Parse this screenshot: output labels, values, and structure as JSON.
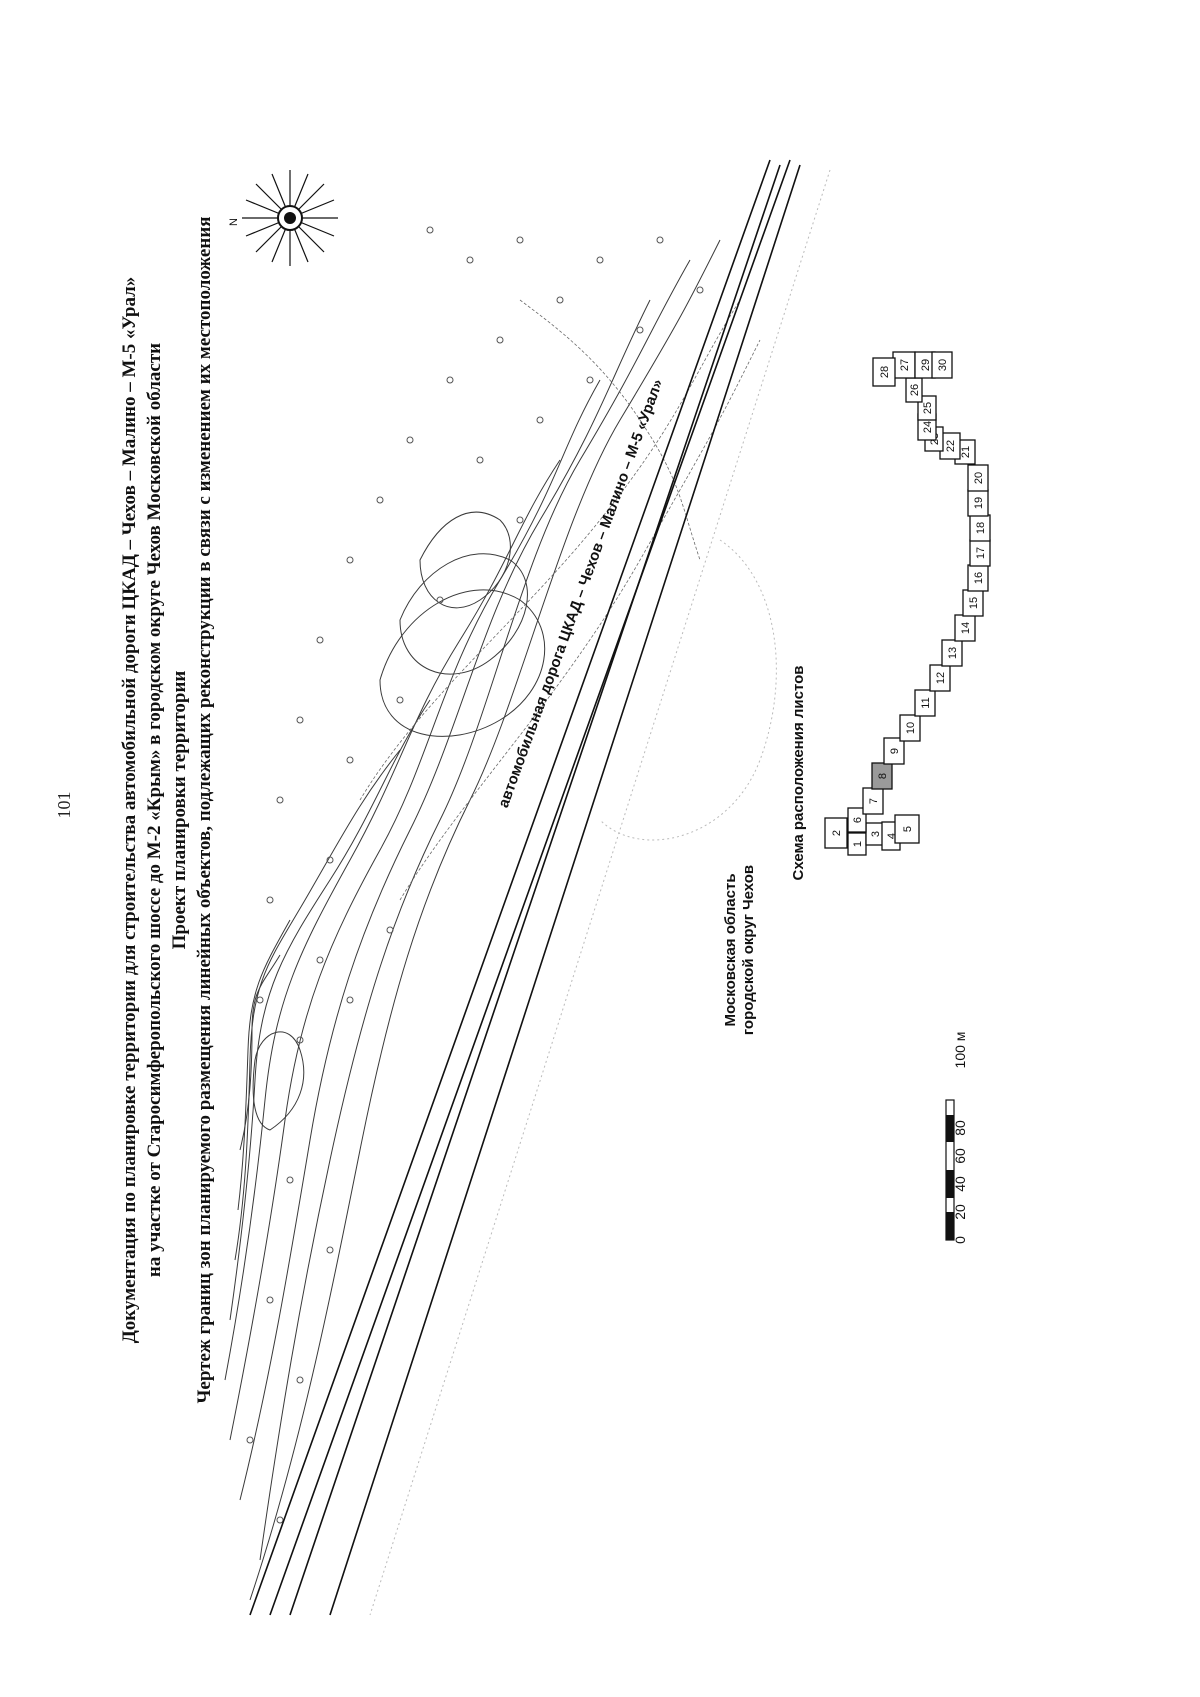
{
  "page_number": "101",
  "header": {
    "line1": "Документация по планировке территории для строительства автомобильной дороги ЦКАД – Чехов – Малино – М-5 «Урал»",
    "line2": "на участке от Старосимферопольского шоссе до М-2 «Крым» в городском округе Чехов Московской области",
    "line3": "Проект планировки территории",
    "line4": "Чертеж границ зон планируемого размещения линейных объектов, подлежащих реконструкции в связи с изменением их местоположения"
  },
  "map": {
    "north_label": "N",
    "road_label": "автомобильная дорога ЦКАД – Чехов – Малино – М-5 «Урал»",
    "region_label_line1": "Московская область",
    "region_label_line2": "городской округ Чехов",
    "layout_title": "Схема расположения листов",
    "active_sheet": "8"
  },
  "sheets": [
    "1",
    "2",
    "3",
    "4",
    "5",
    "6",
    "7",
    "8",
    "9",
    "10",
    "11",
    "12",
    "13",
    "14",
    "15",
    "16",
    "17",
    "18",
    "19",
    "20",
    "21",
    "22",
    "23",
    "24",
    "25",
    "26",
    "27",
    "28",
    "29",
    "30"
  ],
  "scale_bar": {
    "ticks": [
      "0",
      "20",
      "40",
      "60",
      "80"
    ],
    "unit_label": "100 м"
  }
}
